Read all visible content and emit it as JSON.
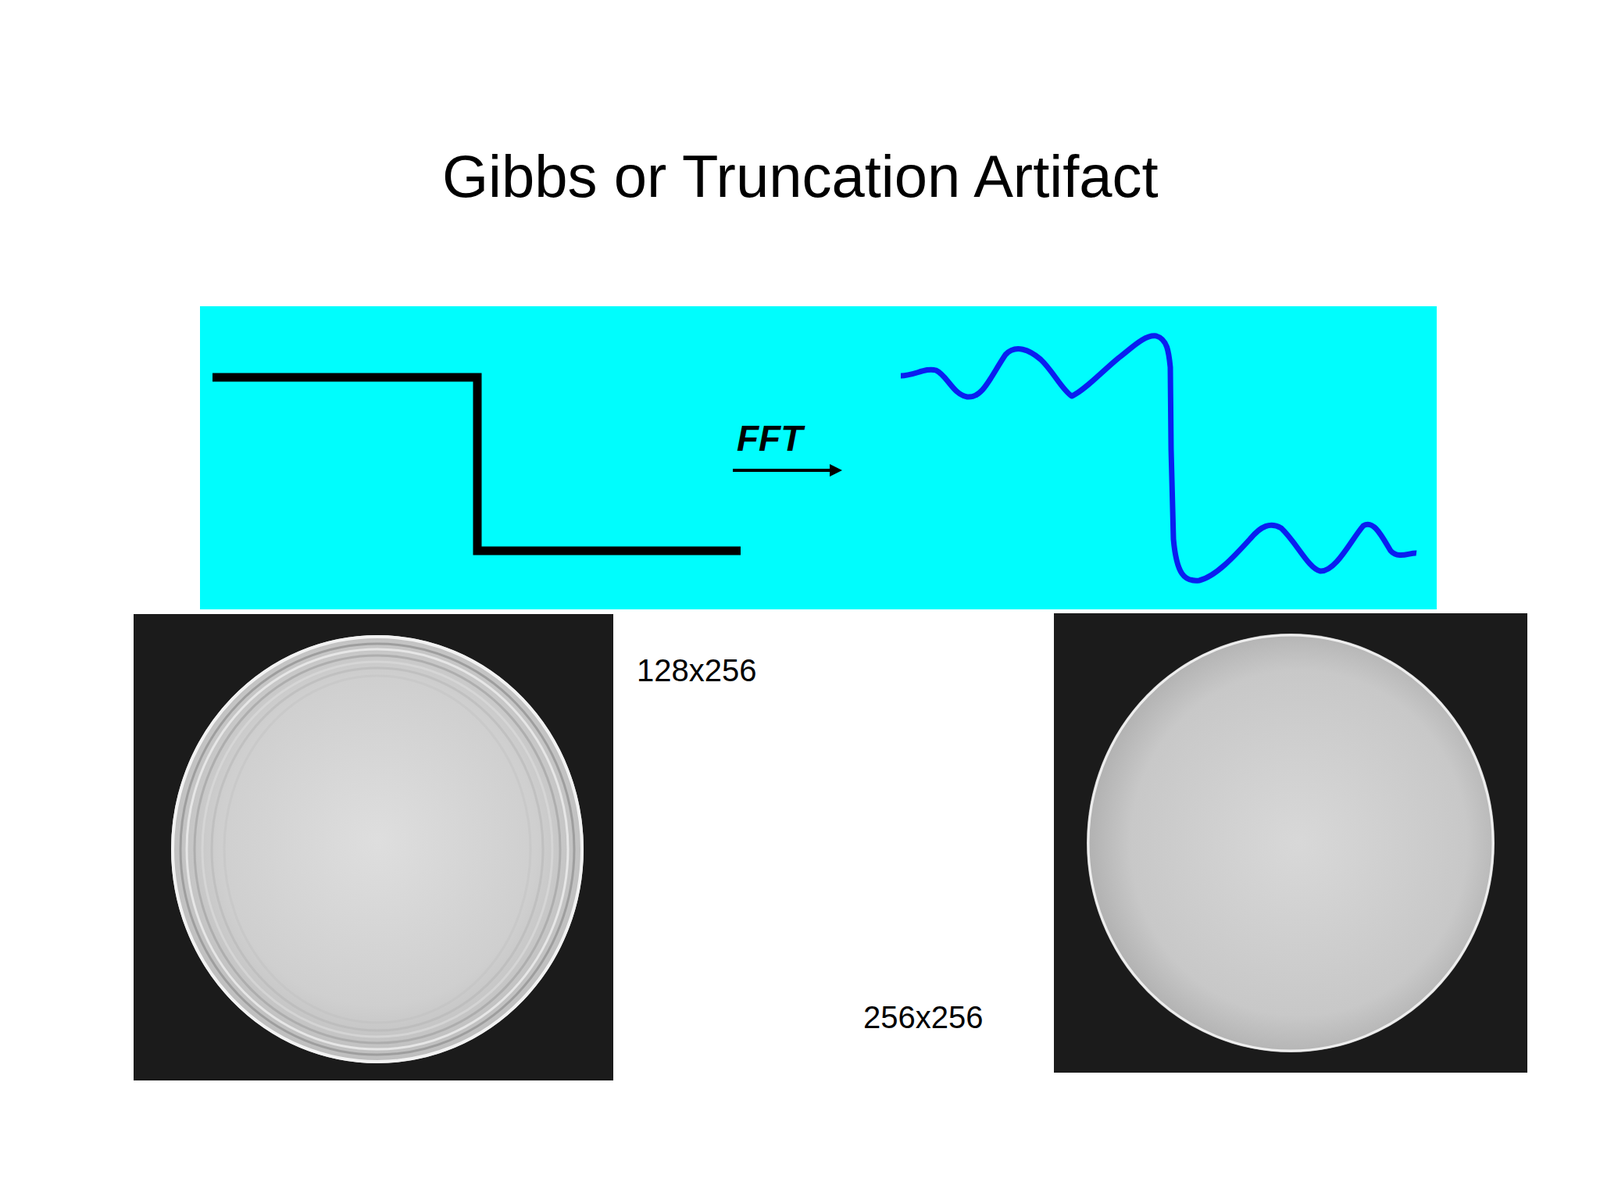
{
  "diagram": {
    "title": "Gibbs or Truncation Artifact",
    "labels": [
      "FFT",
      "128x256",
      "256x256"
    ]
  }
}
